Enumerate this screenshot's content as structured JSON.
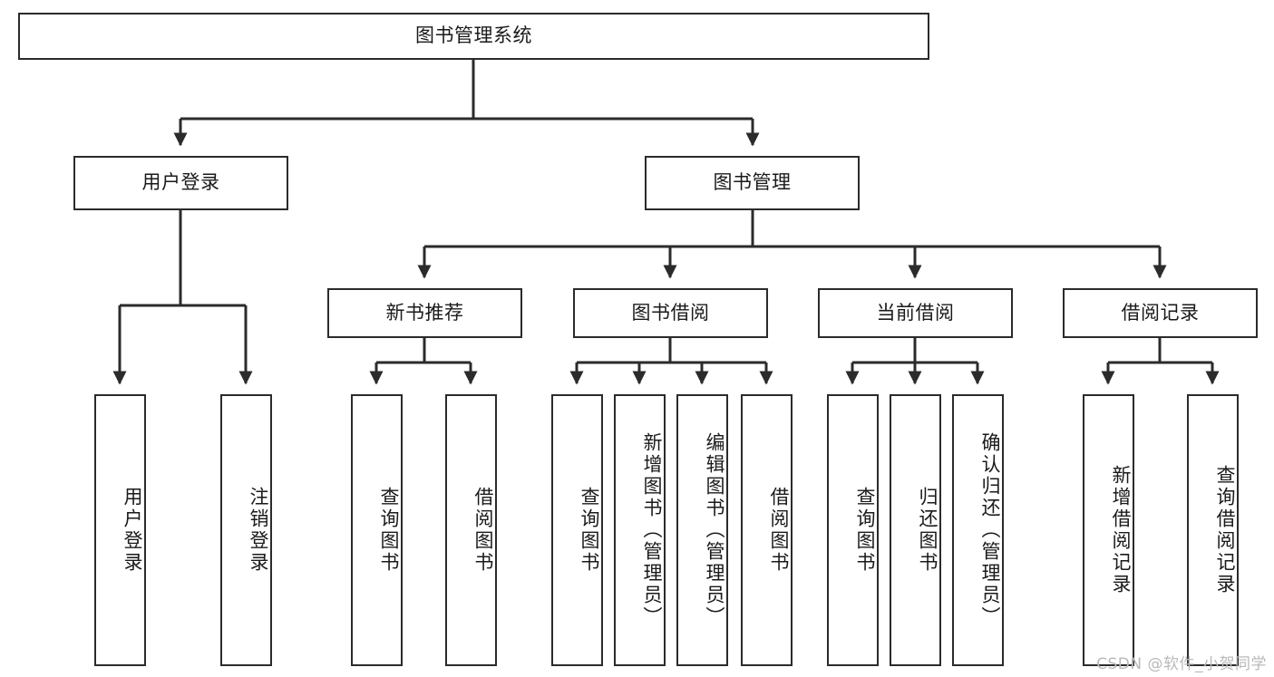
{
  "diagram": {
    "type": "tree",
    "title": "图书管理系统",
    "orientation": "top-down",
    "colors": {
      "box_border": "#2b2b2b",
      "box_fill": "#ffffff",
      "connector": "#2b2b2b",
      "text": "#1a1a1a",
      "watermark": "#b9b9b9"
    },
    "nodes": {
      "root": {
        "label": "图书管理系统",
        "level": 1,
        "text_direction": "horizontal"
      },
      "l2": [
        {
          "id": "user-login",
          "label": "用户登录",
          "level": 2,
          "text_direction": "horizontal"
        },
        {
          "id": "book-manage",
          "label": "图书管理",
          "level": 2,
          "text_direction": "horizontal"
        }
      ],
      "l3": [
        {
          "id": "new-book-rec",
          "label": "新书推荐",
          "level": 3,
          "text_direction": "horizontal",
          "parent": "book-manage"
        },
        {
          "id": "book-borrow",
          "label": "图书借阅",
          "level": 3,
          "text_direction": "horizontal",
          "parent": "book-manage"
        },
        {
          "id": "current-borrow",
          "label": "当前借阅",
          "level": 3,
          "text_direction": "horizontal",
          "parent": "book-manage"
        },
        {
          "id": "borrow-record",
          "label": "借阅记录",
          "level": 3,
          "text_direction": "horizontal",
          "parent": "book-manage"
        }
      ],
      "l4": [
        {
          "id": "leaf-user-login",
          "label": "用户登录",
          "level": 4,
          "text_direction": "vertical",
          "parent": "user-login"
        },
        {
          "id": "leaf-user-logout",
          "label": "注销登录",
          "level": 4,
          "text_direction": "vertical",
          "parent": "user-login"
        },
        {
          "id": "leaf-query-book-1",
          "label": "查询图书",
          "level": 4,
          "text_direction": "vertical",
          "parent": "new-book-rec"
        },
        {
          "id": "leaf-borrow-book-1",
          "label": "借阅图书",
          "level": 4,
          "text_direction": "vertical",
          "parent": "new-book-rec"
        },
        {
          "id": "leaf-query-book-2",
          "label": "查询图书",
          "level": 4,
          "text_direction": "vertical",
          "parent": "book-borrow"
        },
        {
          "id": "leaf-add-book",
          "label": "新增图书（管理员）",
          "level": 4,
          "text_direction": "vertical",
          "parent": "book-borrow"
        },
        {
          "id": "leaf-edit-book",
          "label": "编辑图书（管理员）",
          "level": 4,
          "text_direction": "vertical",
          "parent": "book-borrow"
        },
        {
          "id": "leaf-borrow-book-2",
          "label": "借阅图书",
          "level": 4,
          "text_direction": "vertical",
          "parent": "book-borrow"
        },
        {
          "id": "leaf-query-book-3",
          "label": "查询图书",
          "level": 4,
          "text_direction": "vertical",
          "parent": "current-borrow"
        },
        {
          "id": "leaf-return-book",
          "label": "归还图书",
          "level": 4,
          "text_direction": "vertical",
          "parent": "current-borrow"
        },
        {
          "id": "leaf-confirm-return",
          "label": "确认归还（管理员）",
          "level": 4,
          "text_direction": "vertical",
          "parent": "current-borrow"
        },
        {
          "id": "leaf-add-record",
          "label": "新增借阅记录",
          "level": 4,
          "text_direction": "vertical",
          "parent": "borrow-record"
        },
        {
          "id": "leaf-query-record",
          "label": "查询借阅记录",
          "level": 4,
          "text_direction": "vertical",
          "parent": "borrow-record"
        }
      ]
    }
  },
  "watermark": {
    "text": "CSDN @软件_小贺同学"
  }
}
